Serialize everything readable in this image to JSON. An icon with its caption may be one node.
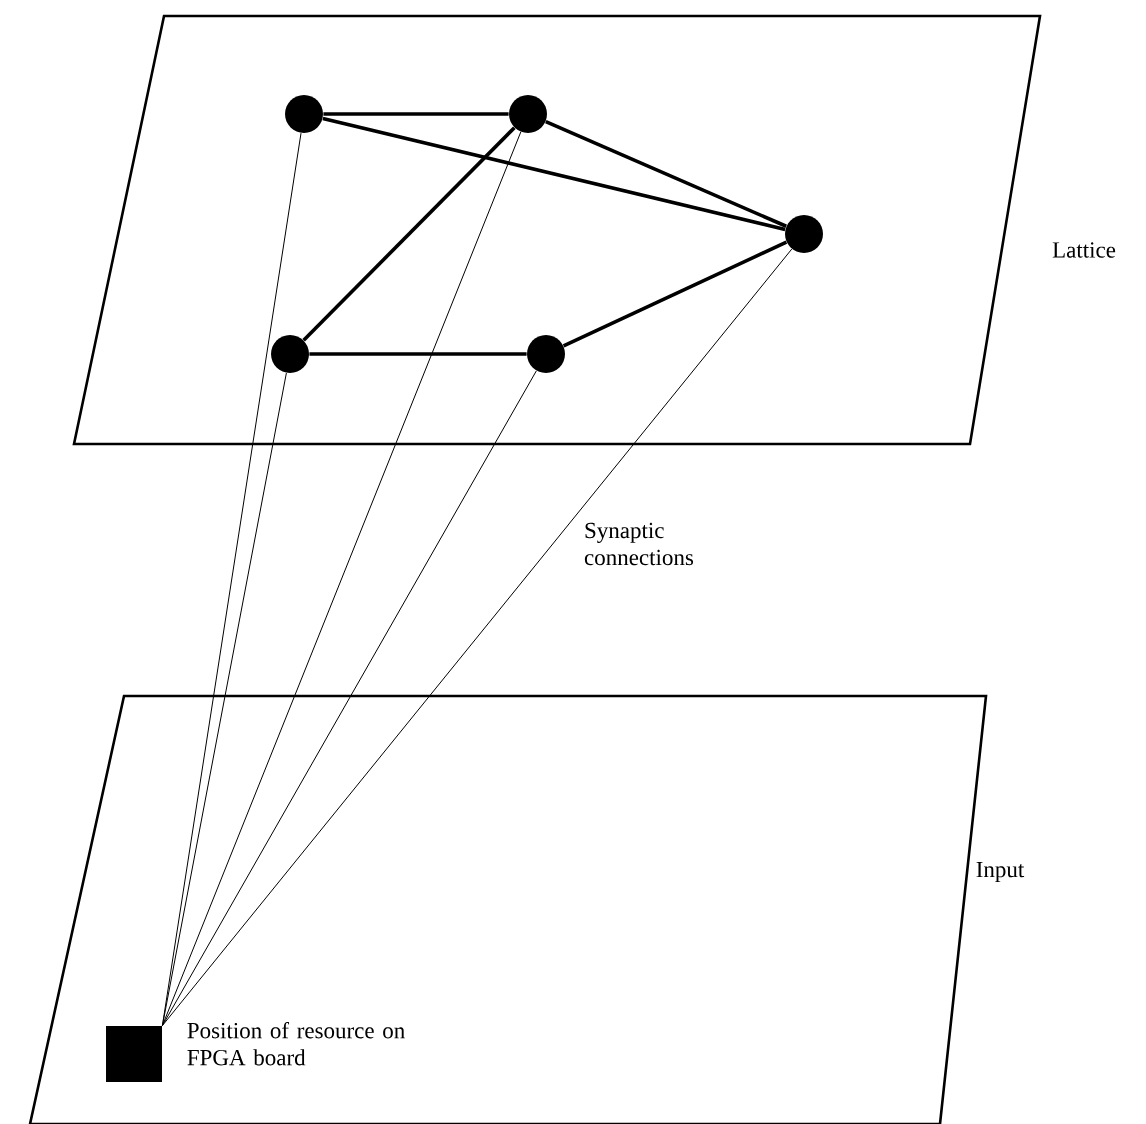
{
  "diagram": {
    "nodes": [
      {
        "text": [
          "Lattice"
        ]
      },
      {
        "text": [
          "Input"
        ]
      },
      {
        "text": [],
        "shape": "circle",
        "in": 0
      },
      {
        "text": [],
        "shape": "circle",
        "in": 0
      },
      {
        "text": [],
        "shape": "circle",
        "in": 0
      },
      {
        "text": [],
        "shape": "circle",
        "in": 0
      },
      {
        "text": [],
        "shape": "circle",
        "in": 0
      },
      {
        "text": [],
        "shape": "box",
        "in": 1,
        "beside": [
          "Position of resource on FPGA board"
        ]
      }
    ],
    "edges": [
      {
        "from": 2,
        "to": 3,
        "arrow": "none"
      },
      {
        "from": 2,
        "to": 4,
        "arrow": "none"
      },
      {
        "from": 3,
        "to": 4,
        "arrow": "none"
      },
      {
        "from": 3,
        "to": 5,
        "arrow": "none"
      },
      {
        "from": 5,
        "to": 6,
        "arrow": "none"
      },
      {
        "from": 6,
        "to": 4,
        "arrow": "none"
      },
      {
        "from": 7,
        "to": 2,
        "arrow": "none"
      },
      {
        "from": 7,
        "to": 3,
        "arrow": "none"
      },
      {
        "from": 7,
        "to": 4,
        "arrow": "none"
      },
      {
        "from": 7,
        "to": 5,
        "arrow": "none"
      },
      {
        "from": 7,
        "to": 6,
        "arrow": "none"
      }
    ],
    "labels": [
      "Synaptic connections"
    ]
  }
}
